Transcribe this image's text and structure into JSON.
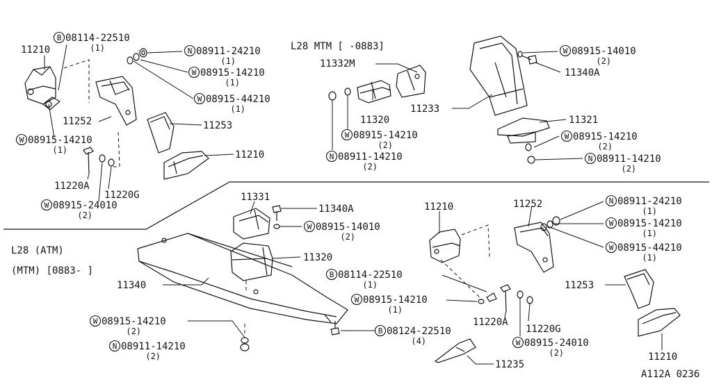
{
  "diagram_code": "A112A 0236",
  "variants": {
    "top_mtm": "L28 MTM [   -0883]",
    "bottom_atm": "L28 (ATM)",
    "bottom_mtm": "(MTM) [0883-   ]"
  },
  "parts": [
    {
      "id": "p01",
      "num": "11210",
      "qty": ""
    },
    {
      "id": "p02",
      "prefix": "B",
      "num": "08114-22510",
      "qty": "(1)"
    },
    {
      "id": "p03",
      "prefix": "N",
      "num": "08911-24210",
      "qty": "(1)"
    },
    {
      "id": "p04",
      "prefix": "W",
      "num": "08915-14210",
      "qty": "(1)"
    },
    {
      "id": "p05",
      "prefix": "W",
      "num": "08915-44210",
      "qty": "(1)"
    },
    {
      "id": "p06",
      "num": "11252",
      "qty": ""
    },
    {
      "id": "p07",
      "num": "11253",
      "qty": ""
    },
    {
      "id": "p08",
      "prefix": "W",
      "num": "08915-14210",
      "qty": "(1)"
    },
    {
      "id": "p09",
      "num": "11210",
      "qty": ""
    },
    {
      "id": "p10",
      "num": "11220A",
      "qty": ""
    },
    {
      "id": "p11",
      "num": "11220G",
      "qty": ""
    },
    {
      "id": "p12",
      "prefix": "W",
      "num": "08915-24010",
      "qty": "(2)"
    },
    {
      "id": "p13",
      "num": "11332M",
      "qty": ""
    },
    {
      "id": "p14",
      "num": "11320",
      "qty": ""
    },
    {
      "id": "p15",
      "prefix": "W",
      "num": "08915-14210",
      "qty": "(2)"
    },
    {
      "id": "p16",
      "prefix": "N",
      "num": "08911-14210",
      "qty": "(2)"
    },
    {
      "id": "p17",
      "prefix": "W",
      "num": "08915-14010",
      "qty": "(2)"
    },
    {
      "id": "p18",
      "num": "11340A",
      "qty": ""
    },
    {
      "id": "p19",
      "num": "11233",
      "qty": ""
    },
    {
      "id": "p20",
      "num": "11321",
      "qty": ""
    },
    {
      "id": "p21",
      "prefix": "W",
      "num": "08915-14210",
      "qty": "(2)"
    },
    {
      "id": "p22",
      "prefix": "N",
      "num": "08911-14210",
      "qty": "(2)"
    },
    {
      "id": "p23",
      "num": "11331",
      "qty": ""
    },
    {
      "id": "p24",
      "num": "11340A",
      "qty": ""
    },
    {
      "id": "p25",
      "prefix": "W",
      "num": "08915-14010",
      "qty": "(2)"
    },
    {
      "id": "p26",
      "num": "11320",
      "qty": ""
    },
    {
      "id": "p27",
      "num": "11340",
      "qty": ""
    },
    {
      "id": "p28",
      "prefix": "W",
      "num": "08915-14210",
      "qty": "(2)"
    },
    {
      "id": "p29",
      "prefix": "N",
      "num": "08911-14210",
      "qty": "(2)"
    },
    {
      "id": "p30",
      "prefix": "B",
      "num": "08124-22510",
      "qty": "(4)"
    },
    {
      "id": "p31",
      "num": "11210",
      "qty": ""
    },
    {
      "id": "p32",
      "prefix": "B",
      "num": "08114-22510",
      "qty": "(1)"
    },
    {
      "id": "p33",
      "prefix": "W",
      "num": "08915-14210",
      "qty": "(1)"
    },
    {
      "id": "p34",
      "num": "11252",
      "qty": ""
    },
    {
      "id": "p35",
      "prefix": "N",
      "num": "08911-24210",
      "qty": "(1)"
    },
    {
      "id": "p36",
      "prefix": "W",
      "num": "08915-14210",
      "qty": "(1)"
    },
    {
      "id": "p37",
      "prefix": "W",
      "num": "08915-44210",
      "qty": "(1)"
    },
    {
      "id": "p38",
      "num": "11253",
      "qty": ""
    },
    {
      "id": "p39",
      "num": "11220A",
      "qty": ""
    },
    {
      "id": "p40",
      "num": "11220G",
      "qty": ""
    },
    {
      "id": "p41",
      "prefix": "W",
      "num": "08915-24010",
      "qty": "(2)"
    },
    {
      "id": "p42",
      "num": "11235",
      "qty": ""
    },
    {
      "id": "p43",
      "num": "11210",
      "qty": ""
    }
  ]
}
